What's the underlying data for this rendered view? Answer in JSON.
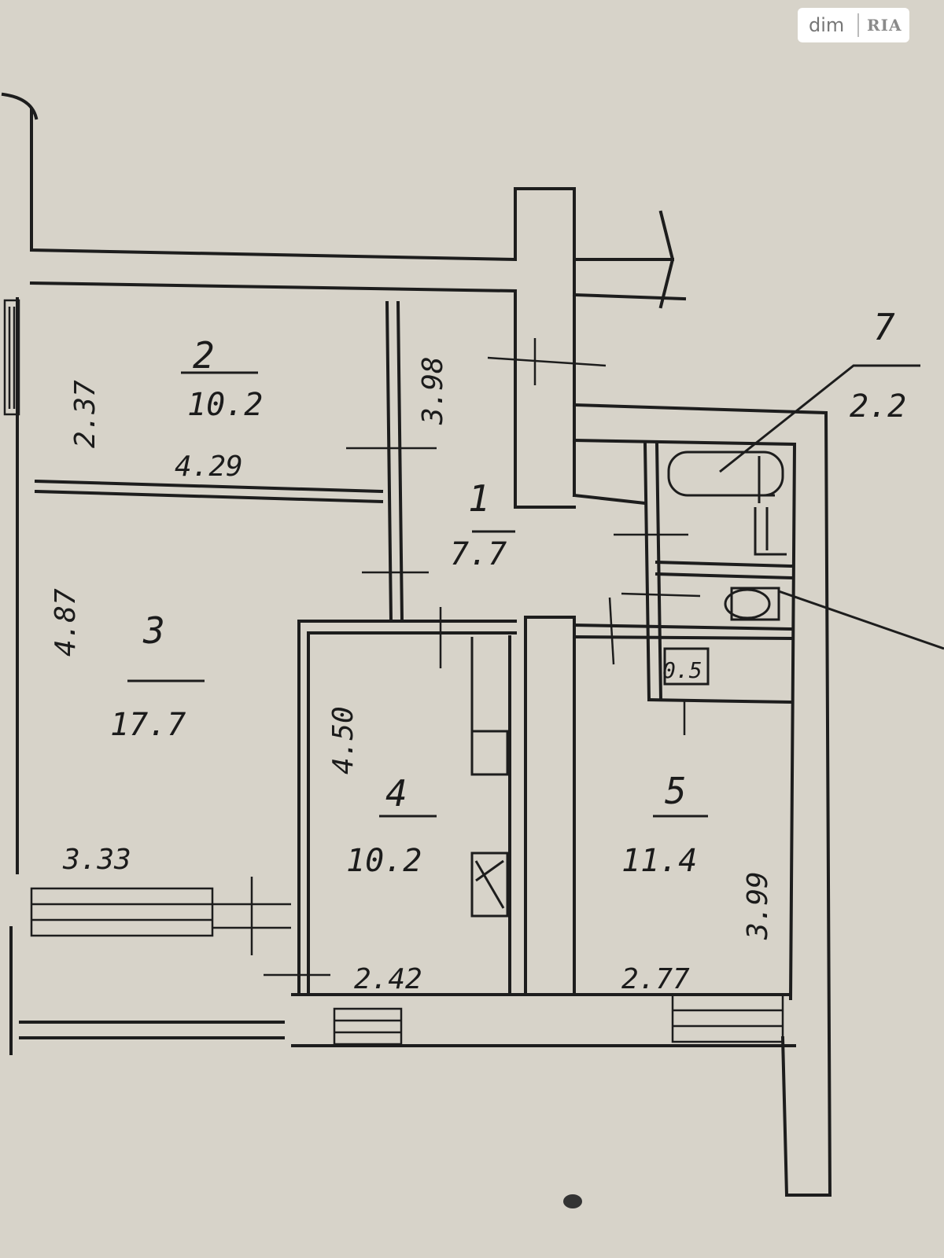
{
  "watermark": {
    "brand_left": "dim",
    "brand_right": "RIA"
  },
  "rooms": [
    {
      "id": "1",
      "number": "1",
      "area": "7.7",
      "dims": [
        "3.98"
      ]
    },
    {
      "id": "2",
      "number": "2",
      "area": "10.2",
      "dims": [
        "2.37",
        "4.29"
      ]
    },
    {
      "id": "3",
      "number": "3",
      "area": "17.7",
      "dims": [
        "4.87",
        "3.33"
      ]
    },
    {
      "id": "4",
      "number": "4",
      "area": "10.2",
      "dims": [
        "4.50",
        "2.42"
      ]
    },
    {
      "id": "5",
      "number": "5",
      "area": "11.4",
      "dims": [
        "3.99",
        "2.77"
      ]
    },
    {
      "id": "6",
      "number": "",
      "area": "0.5",
      "dims": []
    },
    {
      "id": "7",
      "number": "7",
      "area": "2.2",
      "dims": []
    }
  ]
}
